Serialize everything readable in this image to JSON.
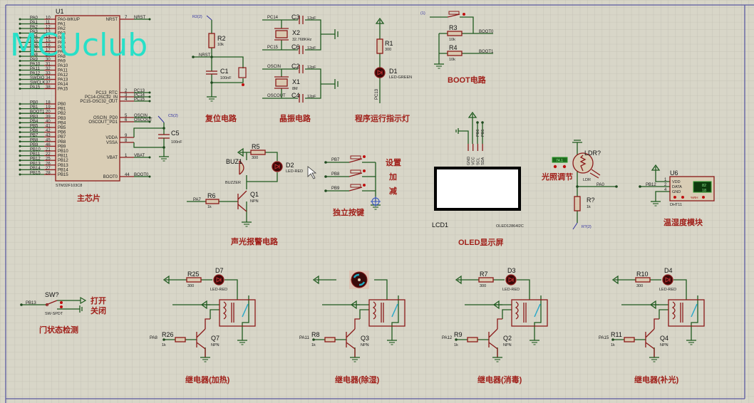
{
  "watermark": "MCUclub",
  "mcu": {
    "ref": "U1",
    "part": "STM32F103C8",
    "title": "主芯片",
    "left_pins": [
      {
        "net": "PA0",
        "num": "10",
        "name": "PA0-WKUP"
      },
      {
        "net": "PA1",
        "num": "11",
        "name": "PA1"
      },
      {
        "net": "PA2",
        "num": "12",
        "name": "PA2"
      },
      {
        "net": "PA3",
        "num": "13",
        "name": "PA3"
      },
      {
        "net": "PA4",
        "num": "14",
        "name": "PA4"
      },
      {
        "net": "PA5",
        "num": "15",
        "name": "PA5"
      },
      {
        "net": "PA6",
        "num": "16",
        "name": "PA6"
      },
      {
        "net": "PA7",
        "num": "17",
        "name": "PA7"
      },
      {
        "net": "PA8",
        "num": "29",
        "name": "PA8"
      },
      {
        "net": "PA9",
        "num": "30",
        "name": "PA9"
      },
      {
        "net": "PA10",
        "num": "31",
        "name": "PA10"
      },
      {
        "net": "PA11",
        "num": "32",
        "name": "PA11"
      },
      {
        "net": "PA12",
        "num": "33",
        "name": "PA12"
      },
      {
        "net": "SWDIO",
        "num": "34",
        "name": "PA13"
      },
      {
        "net": "SWCLK",
        "num": "37",
        "name": "PA14"
      },
      {
        "net": "PA15",
        "num": "38",
        "name": "PA15"
      },
      {
        "net": "PB0",
        "num": "18",
        "name": "PB0"
      },
      {
        "net": "PB1",
        "num": "19",
        "name": "PB1"
      },
      {
        "net": "BOOT1",
        "num": "20",
        "name": "PB2"
      },
      {
        "net": "PB3",
        "num": "39",
        "name": "PB3"
      },
      {
        "net": "PB4",
        "num": "40",
        "name": "PB4"
      },
      {
        "net": "PB5",
        "num": "41",
        "name": "PB5"
      },
      {
        "net": "PB6",
        "num": "42",
        "name": "PB6"
      },
      {
        "net": "PB7",
        "num": "43",
        "name": "PB7"
      },
      {
        "net": "PB8",
        "num": "45",
        "name": "PB8"
      },
      {
        "net": "PB9",
        "num": "46",
        "name": "PB9"
      },
      {
        "net": "PB10",
        "num": "21",
        "name": "PB10"
      },
      {
        "net": "PB11",
        "num": "22",
        "name": "PB11"
      },
      {
        "net": "PB12",
        "num": "25",
        "name": "PB12"
      },
      {
        "net": "PB13",
        "num": "26",
        "name": "PB13"
      },
      {
        "net": "PB14",
        "num": "27",
        "name": "PB14"
      },
      {
        "net": "PB15",
        "num": "28",
        "name": "PB15"
      }
    ],
    "right_pins": [
      {
        "name": "NRST",
        "num": "7",
        "net": "NRST"
      },
      {
        "name": "PC13_RTC",
        "num": "2",
        "net": "PC13"
      },
      {
        "name": "PC14-OSC32_IN",
        "num": "3",
        "net": "PC14"
      },
      {
        "name": "PC15-OSC32_OUT",
        "num": "4",
        "net": "PC15"
      },
      {
        "name": "OSCIN_PD0",
        "num": "5",
        "net": "OSCIN"
      },
      {
        "name": "OSCOUT_PD1",
        "num": "6",
        "net": "OSCOUT"
      },
      {
        "name": "VDDA",
        "num": "9",
        "net": ""
      },
      {
        "name": "VSSA",
        "num": "8",
        "net": ""
      },
      {
        "name": "VBAT",
        "num": "1",
        "net": "VBAT"
      },
      {
        "name": "BOOT0",
        "num": "44",
        "net": "BOOT0"
      }
    ],
    "c5": {
      "ref": "C5",
      "value": "100nF",
      "term": "C5(2)"
    }
  },
  "reset": {
    "title": "复位电路",
    "r_ref": "R2",
    "r_val": "10k",
    "c_ref": "C1",
    "c_val": "100nF",
    "net": "NRST",
    "term": "R2(2)"
  },
  "crystal": {
    "title": "晶振电路",
    "x2": {
      "ref": "X2",
      "val": "32.768KHz"
    },
    "x1": {
      "ref": "X1",
      "val": "8M"
    },
    "c3": {
      "ref": "C3",
      "val": "12pF"
    },
    "c6": {
      "ref": "C6",
      "val": "12pF"
    },
    "c2": {
      "ref": "C2",
      "val": "12pF"
    },
    "c4": {
      "ref": "C4",
      "val": "12pF"
    },
    "nets": {
      "pc14": "PC14",
      "pc15": "PC15",
      "oscin": "OSCIN",
      "oscout": "OSCOUT"
    }
  },
  "indicator": {
    "title": "程序运行指示灯",
    "r_ref": "R1",
    "r_val": "300",
    "d_ref": "D1",
    "d_val": "LED-GREEN",
    "net": "PC13"
  },
  "boot": {
    "title": "BOOT电路",
    "r3": "R3",
    "r3_val": "10k",
    "r4": "R4",
    "r4_val": "10k",
    "net0": "BOOT0",
    "net1": "BOOT1",
    "term": "(1)"
  },
  "alarm": {
    "title": "声光报警电路",
    "buz_ref": "BUZ1",
    "buz_val": "BUZZER",
    "r5": "R5",
    "r5_val": "300",
    "d2": "D2",
    "d2_val": "LED-RED",
    "r6": "R6",
    "r6_val": "1k",
    "q1": "Q1",
    "q1_val": "NPN",
    "net": "PA7"
  },
  "keys": {
    "title": "独立按键",
    "nets": [
      "PB7",
      "PB8",
      "PB9"
    ],
    "labels": [
      "设置",
      "加",
      "减"
    ]
  },
  "oled": {
    "title": "OLED显示屏",
    "ref": "LCD1",
    "part": "OLED12864I2C",
    "pins": [
      "GND",
      "VCC",
      "SCL",
      "SDA"
    ],
    "nets": [
      "PB6",
      "PB5"
    ]
  },
  "ldr": {
    "title": "光照调节",
    "ref": "LDR?",
    "val": "LDR",
    "r_ref": "R?",
    "r_val": "1k",
    "net": "PA0",
    "term": "R?(2)",
    "meter": "74.1"
  },
  "dht": {
    "title": "温湿度模块",
    "ref": "U6",
    "part": "DHT11",
    "pins": [
      {
        "num": "1",
        "name": "VDD"
      },
      {
        "num": "2",
        "name": "DATA"
      },
      {
        "num": "4",
        "name": "GND"
      }
    ],
    "net": "PB12",
    "humidity": "82",
    "temperature": "18",
    "unit": "%RH"
  },
  "door": {
    "title": "门状态检测",
    "ref": "SW?",
    "val": "SW-SPDT",
    "net": "PB13",
    "open": "打开",
    "close": "关闭"
  },
  "relays": [
    {
      "title": "继电器(加热)",
      "r_led": "R25",
      "r_led_val": "300",
      "led": "D7",
      "led_val": "LED-RED",
      "r_base": "R26",
      "r_base_val": "1k",
      "q": "Q7",
      "q_val": "NPN",
      "net": "PA8",
      "load": "led"
    },
    {
      "title": "继电器(除湿)",
      "r_base": "R8",
      "r_base_val": "1k",
      "q": "Q3",
      "q_val": "NPN",
      "net": "PA11",
      "load": "fan"
    },
    {
      "title": "继电器(消毒)",
      "r_led": "R7",
      "r_led_val": "300",
      "led": "D3",
      "led_val": "LED-RED",
      "r_base": "R9",
      "r_base_val": "1k",
      "q": "Q2",
      "q_val": "NPN",
      "net": "PA12",
      "load": "led"
    },
    {
      "title": "继电器(补光)",
      "r_led": "R10",
      "r_led_val": "300",
      "led": "D4",
      "led_val": "LED-RED",
      "r_base": "R11",
      "r_base_val": "1k",
      "q": "Q4",
      "q_val": "NPN",
      "net": "PA15",
      "load": "led"
    }
  ]
}
